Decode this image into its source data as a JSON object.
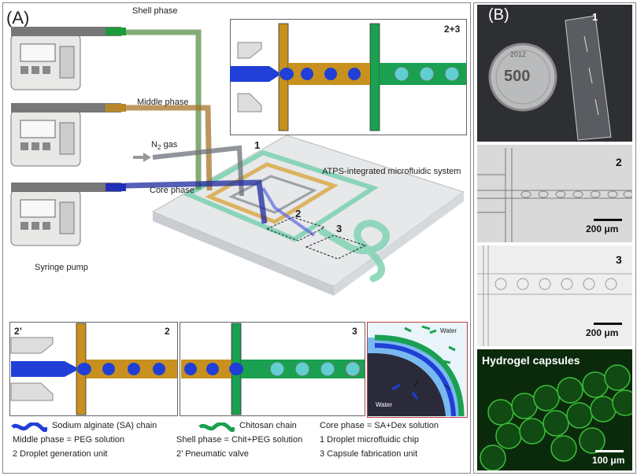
{
  "panelA": {
    "label": "(A)",
    "labels": {
      "shell_phase": "Shell phase",
      "middle_phase": "Middle phase",
      "n2_gas": "N",
      "n2_sub": "2",
      "n2_suffix": " gas",
      "core_phase": "Core phase",
      "syringe_pump": "Syringe pump",
      "atps": "ATPS-integrated microfluidic system",
      "num1": "1",
      "num2": "2",
      "num3": "3"
    },
    "inset_top_label": "2+3",
    "inset_2prime_label": "2’",
    "inset_2_label": "2",
    "inset_3_label": "3",
    "water_label": "Water",
    "legend": {
      "sa_chain": "Sodium alginate (SA) chain",
      "chitosan_chain": "Chitosan chain",
      "core_phase": "Core phase = SA+Dex solution",
      "middle_phase": "Middle phase = PEG solution",
      "shell_phase": "Shell phase = Chit+PEG solution",
      "item1": "1 Droplet microfluidic chip",
      "item2": "2 Droplet generation unit",
      "item2p": "2’ Pneumatic valve",
      "item3": "3 Capsule fabrication unit"
    }
  },
  "panelB": {
    "label": "(B)",
    "photo1_label": "1",
    "coin_value": "500",
    "coin_year": "2012",
    "photo2_label": "2",
    "photo2_scale": "200 μm",
    "photo3_label": "3",
    "photo3_scale": "200 μm",
    "photo4_title": "Hydrogel capsules",
    "photo4_scale": "100 μm"
  },
  "colors": {
    "core_blue": "#1f3fd6",
    "middle_orange": "#c8901e",
    "shell_green": "#1aa050",
    "capsule_cyan": "#5fd0d0",
    "fluor_green": "#2aa028"
  }
}
